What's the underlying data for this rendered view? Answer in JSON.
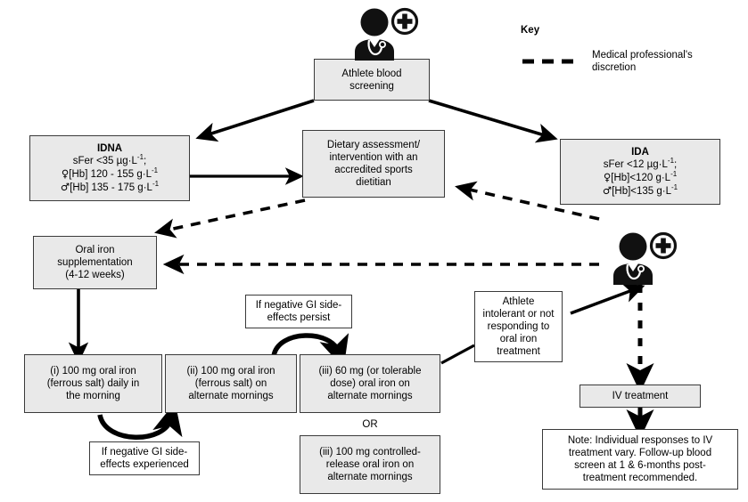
{
  "diagram": {
    "title": "Athlete iron deficiency screening and treatment flowchart",
    "key": {
      "title": "Key",
      "dashed_label_line1": "Medical professional's",
      "dashed_label_line2": "discretion"
    },
    "boxes": {
      "blood_screening": {
        "line1": "Athlete blood",
        "line2": "screening"
      },
      "idna": {
        "heading": "IDNA",
        "line1": "sFer <35 µg·L",
        "line1_sup": "-1",
        "line1_end": ";",
        "line2_symbol": "♀",
        "line2": "[Hb] 120 - 155 g·L",
        "line2_sup": "-1",
        "line3_symbol": "♂",
        "line3": "[Hb] 135 - 175 g·L",
        "line3_sup": "-1"
      },
      "ida": {
        "heading": "IDA",
        "line1": "sFer <12 µg·L",
        "line1_sup": "-1",
        "line1_end": ";",
        "line2_symbol": "♀",
        "line2": "[Hb]<120 g·L",
        "line2_sup": "-1",
        "line3_symbol": "♂",
        "line3": "[Hb]<135 g·L",
        "line3_sup": "-1"
      },
      "dietary": {
        "line1": "Dietary assessment/",
        "line2": "intervention with an",
        "line3": "accredited sports",
        "line4": "dietitian"
      },
      "oral_supplementation": {
        "line1": "Oral iron",
        "line2": "supplementation",
        "line3": "(4-12 weeks)"
      },
      "option_i": {
        "line1": "(i) 100 mg oral iron",
        "line2": "(ferrous salt) daily in",
        "line3": "the morning"
      },
      "option_ii": {
        "line1": "(ii) 100 mg oral iron",
        "line2": "(ferrous salt) on",
        "line3": "alternate mornings"
      },
      "option_iii_a": {
        "line1": "(iii) 60 mg (or tolerable",
        "line2": "dose) oral iron on",
        "line3": "alternate mornings"
      },
      "option_iii_b": {
        "line1": "(iii) 100 mg controlled-",
        "line2": "release oral iron on",
        "line3": "alternate mornings"
      },
      "gi_persist": {
        "line1": "If negative GI side-",
        "line2": "effects persist"
      },
      "gi_experienced": {
        "line1": "If negative GI side-",
        "line2": "effects experienced"
      },
      "intolerant": {
        "line1": "Athlete",
        "line2": "intolerant or not",
        "line3": "responding to",
        "line4": "oral iron",
        "line5": "treatment"
      },
      "iv_treatment": {
        "label": "IV treatment"
      },
      "note": {
        "line1": "Note: Individual responses to IV",
        "line2": "treatment vary. Follow-up blood",
        "line3": "screen at 1 & 6-months post-",
        "line4": "treatment recommended."
      }
    },
    "labels": {
      "or": "OR"
    },
    "icons": {
      "doctor_top": "doctor-with-medical-cross-icon",
      "doctor_right": "doctor-with-medical-cross-icon"
    },
    "colors": {
      "box_fill": "#e9e9e9",
      "box_white": "#ffffff",
      "border": "#3a3a3a",
      "line": "#000000",
      "background": "#ffffff"
    }
  }
}
